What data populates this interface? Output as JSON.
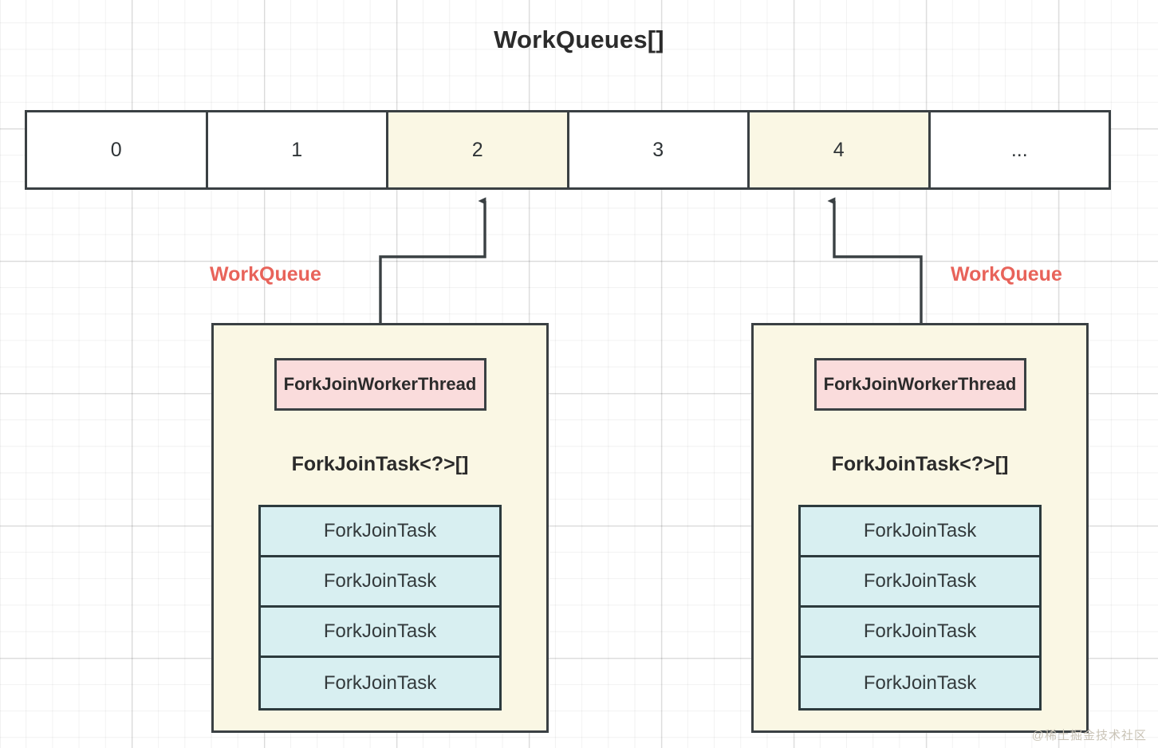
{
  "diagram": {
    "title": "WorkQueues[]",
    "watermark": "@稀土掘金技术社区",
    "accent_red": "#e8635a",
    "panel_fill": "#faf7e4",
    "thread_fill": "#fadcdc",
    "task_fill": "#d8eff1",
    "stroke": "#3a4043"
  },
  "array": {
    "cells": [
      {
        "label": "0",
        "filled": false
      },
      {
        "label": "1",
        "filled": false
      },
      {
        "label": "2",
        "filled": true
      },
      {
        "label": "3",
        "filled": false
      },
      {
        "label": "4",
        "filled": true
      },
      {
        "label": "...",
        "filled": false
      }
    ]
  },
  "labels": {
    "work_queue_left": "WorkQueue",
    "work_queue_right": "WorkQueue"
  },
  "panels": [
    {
      "thread_line1": "ForkJoinWorker",
      "thread_line2": "Thread",
      "array_caption": "ForkJoinTask<?>[]",
      "tasks": [
        "ForkJoinTask",
        "ForkJoinTask",
        "ForkJoinTask",
        "ForkJoinTask"
      ]
    },
    {
      "thread_line1": "ForkJoinWorker",
      "thread_line2": "Thread",
      "array_caption": "ForkJoinTask<?>[]",
      "tasks": [
        "ForkJoinTask",
        "ForkJoinTask",
        "ForkJoinTask",
        "ForkJoinTask"
      ]
    }
  ]
}
